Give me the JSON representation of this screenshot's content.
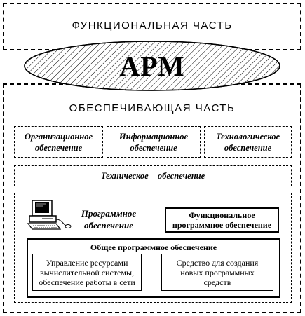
{
  "top_section": {
    "title": "ФУНКЦИОНАЛЬНАЯ ЧАСТЬ"
  },
  "arm": {
    "label": "АРМ"
  },
  "support_section": {
    "title": "ОБЕСПЕЧИВАЮЩАЯ ЧАСТЬ",
    "boxes": [
      "Организационное обеспечение",
      "Информационное обеспечение",
      "Технологическое обеспечение"
    ],
    "technical": "Техническое обеспечение",
    "software": {
      "label": "Программное обеспечение",
      "functional": "Функциональное программное обеспечение",
      "general": {
        "title": "Общее программное обеспечение",
        "left": "Управление ресурсами вычислительной системы, обеспечение работы в сети",
        "right": "Средство для создания новых программных средств"
      }
    }
  },
  "icons": [
    "computer-icon"
  ]
}
